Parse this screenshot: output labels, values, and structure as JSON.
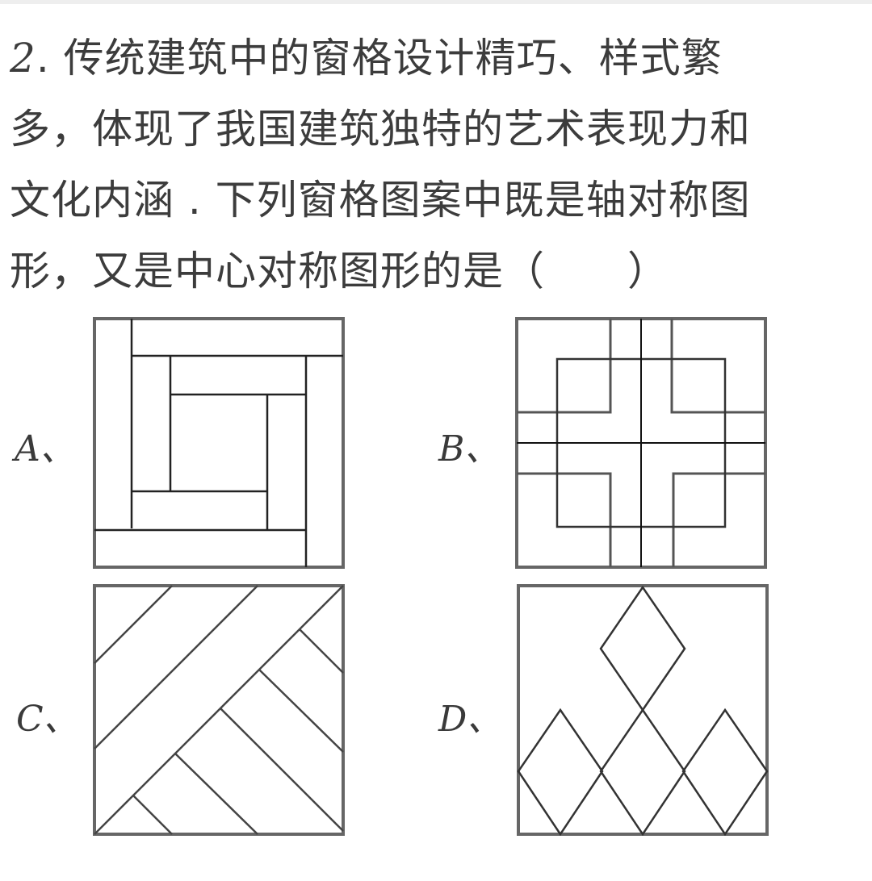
{
  "question": {
    "number": "2",
    "lines": [
      ". 传统建筑中的窗格设计精巧、样式繁",
      "多，体现了我国建筑独特的艺术表现力和",
      "文化内涵 . 下列窗格图案中既是轴对称图",
      "形，又是中心对称图形的是（　　）"
    ]
  },
  "options": [
    {
      "label": "A、",
      "description": "square lattice with pinwheel of rectangles around a central square"
    },
    {
      "label": "B、",
      "description": "square lattice with central cross and four corner squares"
    },
    {
      "label": "C、",
      "description": "square lattice with diagonal herringbone strips"
    },
    {
      "label": "D、",
      "description": "square lattice with four rhombuses"
    }
  ]
}
